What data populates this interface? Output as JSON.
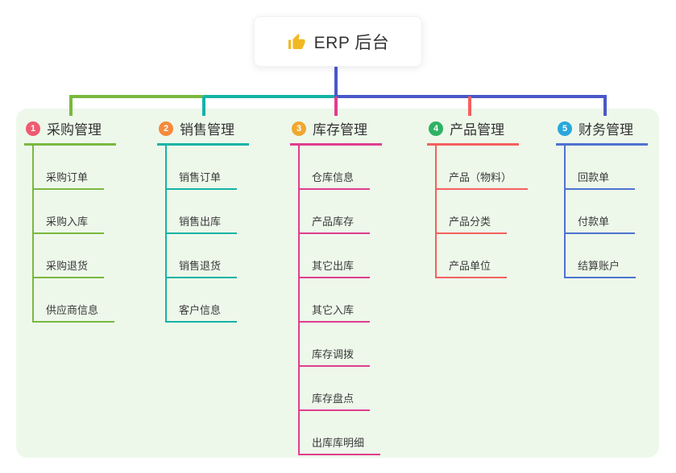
{
  "root": {
    "icon": "thumbs-up-icon",
    "icon_color": "#f2b824",
    "label": "ERP 后台"
  },
  "panel": {
    "background": "#edf8ea"
  },
  "connector": {
    "stem_color": "#4a58c8",
    "bus_segment_colors": [
      "#7ab83f",
      "#14b3a6",
      "#4a58c8"
    ],
    "drop_colors": [
      "#7ab83f",
      "#14b3a6",
      "#e03d8e",
      "#f4605f",
      "#4a58c8"
    ]
  },
  "text_color": "#333333",
  "branches": [
    {
      "number": "1",
      "title": "采购管理",
      "line_color": "#7ab83f",
      "badge_color": "#ee5b71",
      "items": [
        "采购订单",
        "采购入库",
        "采购退货",
        "供应商信息"
      ]
    },
    {
      "number": "2",
      "title": "销售管理",
      "line_color": "#14b3a6",
      "badge_color": "#f58a3c",
      "items": [
        "销售订单",
        "销售出库",
        "销售退货",
        "客户信息"
      ]
    },
    {
      "number": "3",
      "title": "库存管理",
      "line_color": "#e03d8e",
      "badge_color": "#f0a830",
      "items": [
        "仓库信息",
        "产品库存",
        "其它出库",
        "其它入库",
        "库存调拨",
        "库存盘点",
        "出库库明细"
      ]
    },
    {
      "number": "4",
      "title": "产品管理",
      "line_color": "#f4605f",
      "badge_color": "#2eb264",
      "items": [
        "产品（物料）",
        "产品分类",
        "产品单位"
      ]
    },
    {
      "number": "5",
      "title": "财务管理",
      "line_color": "#4d73cf",
      "badge_color": "#2aa7dc",
      "items": [
        "回款单",
        "付款单",
        "结算账户"
      ]
    }
  ]
}
